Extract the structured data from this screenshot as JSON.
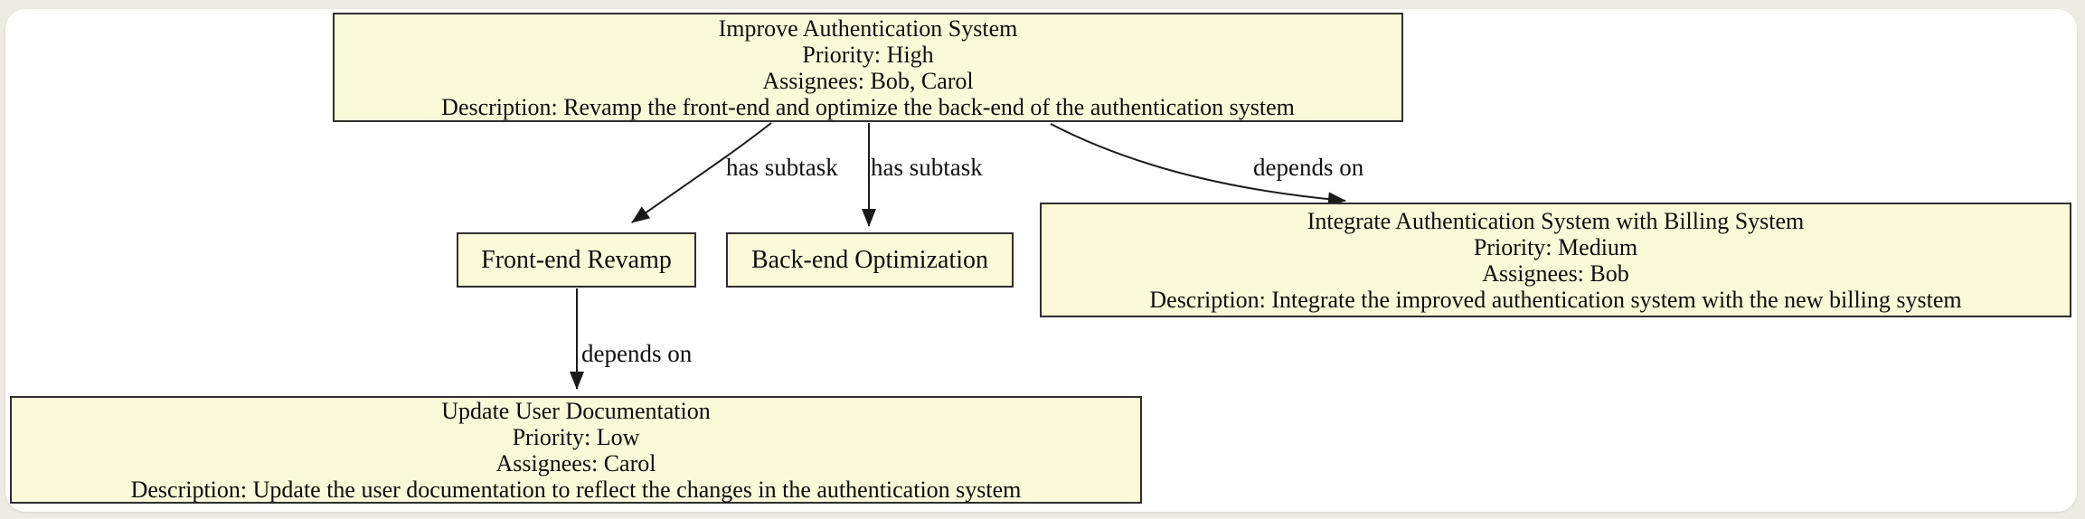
{
  "diagram": {
    "type": "task-dependency-graph",
    "nodes": {
      "improve_auth": {
        "title": "Improve Authentication System",
        "priority": "Priority: High",
        "assignees": "Assignees: Bob, Carol",
        "description": "Description: Revamp the front-end and optimize the back-end of the authentication system"
      },
      "frontend_revamp": {
        "title": "Front-end Revamp"
      },
      "backend_optimization": {
        "title": "Back-end Optimization"
      },
      "integrate_billing": {
        "title": "Integrate Authentication System with Billing System",
        "priority": "Priority: Medium",
        "assignees": "Assignees: Bob",
        "description": "Description: Integrate the improved authentication system with the new billing system"
      },
      "update_docs": {
        "title": "Update User Documentation",
        "priority": "Priority: Low",
        "assignees": "Assignees: Carol",
        "description": "Description: Update the user documentation to reflect the changes in the authentication system"
      }
    },
    "edges": {
      "improve_to_frontend": "has subtask",
      "improve_to_backend": "has subtask",
      "improve_to_integrate": "depends on",
      "frontend_to_docs": "depends on"
    },
    "colors": {
      "node_fill": "#FBFAD8",
      "node_border": "#2E2E2E",
      "edge_stroke": "#1A1A1A",
      "canvas": "#FFFFFF",
      "page_background": "#ECECE2"
    }
  }
}
